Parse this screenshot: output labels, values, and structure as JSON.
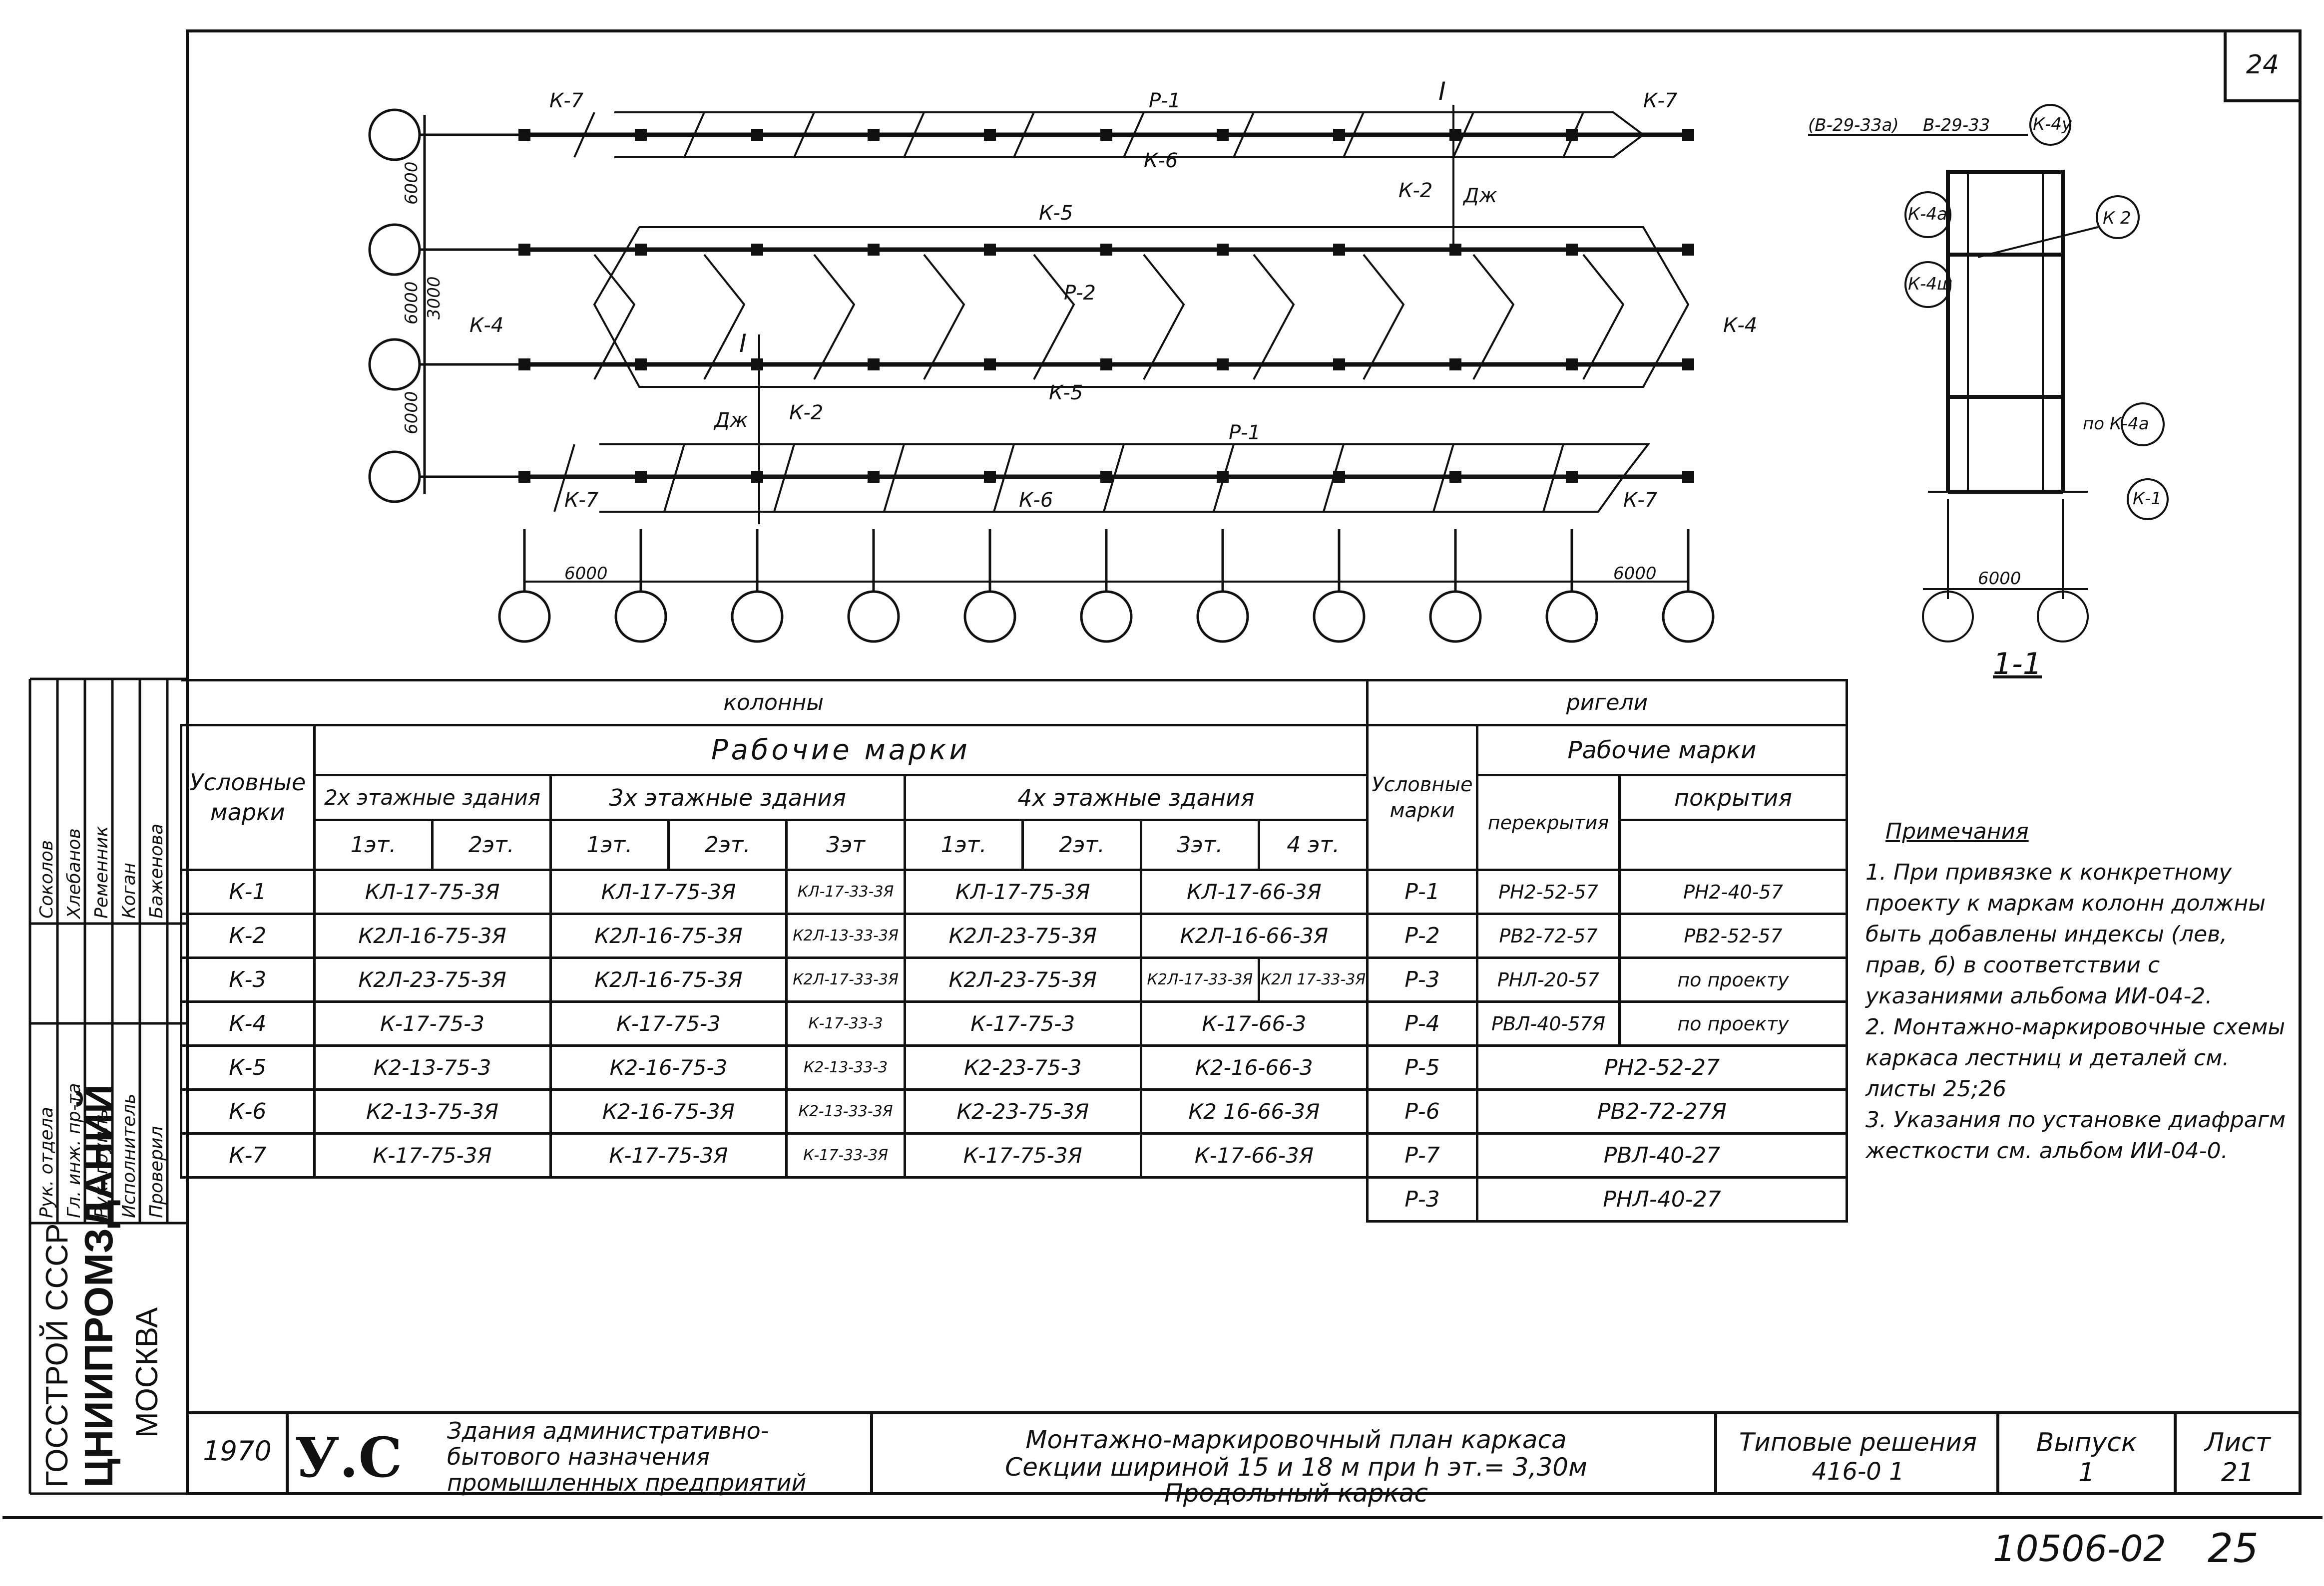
{
  "sheet_corner_number": "24",
  "plan": {
    "labels_top": {
      "k7_left": "К-7",
      "p1_top": "Р-1",
      "k7_right": "К-7",
      "k6_top": "К-6",
      "k5_top": "К-5",
      "p2": "Р-2",
      "k4_left": "К-4",
      "k4_right": "К-4",
      "k5_mid": "К-5",
      "k2_top": "К-2",
      "dzh_top": "Дж",
      "k2_bot": "К-2",
      "dzh_bot": "Дж",
      "p1_bot": "Р-1",
      "k7_bl": "К-7",
      "k6_bot": "К-6",
      "k7_br": "К-7",
      "section_mark": "I"
    },
    "dims_left": [
      "6000",
      "6000",
      "3000",
      "6000"
    ],
    "dims_bottom": [
      "6000",
      "6000"
    ]
  },
  "section": {
    "label_b29_33a": "(В-29-33а)",
    "label_b29_33": "В-29-33",
    "k4u": "К-4у",
    "k4a": "К-4а",
    "k2": "К 2",
    "k4sh": "К-4ш",
    "po_k4a": "по К-4а",
    "k1": "К-1",
    "dim": "6000",
    "title": "1-1"
  },
  "columns_table": {
    "group_title": "колонны",
    "working_marks": "Рабочие марки",
    "cond_marks": "Условные марки",
    "floors2": "2х этажные здания",
    "floors3": "3х этажные здания",
    "floors4": "4х этажные здания",
    "sub": [
      "1эт.",
      "2эт.",
      "1эт.",
      "2эт.",
      "3эт",
      "1эт.",
      "2эт.",
      "3эт.",
      "4 эт."
    ],
    "rows": [
      {
        "mark": "К-1",
        "c": [
          "КЛ-17-75-3Я",
          "КЛ-17-75-3Я",
          "КЛ-17-33-3Я",
          "КЛ-17-75-3Я",
          "КЛ-17-66-3Я"
        ]
      },
      {
        "mark": "К-2",
        "c": [
          "К2Л-16-75-3Я",
          "К2Л-16-75-3Я",
          "К2Л-13-33-3Я",
          "К2Л-23-75-3Я",
          "К2Л-16-66-3Я"
        ]
      },
      {
        "mark": "К-3",
        "c": [
          "К2Л-23-75-3Я",
          "К2Л-16-75-3Я",
          "К2Л-17-33-3Я",
          "К2Л-23-75-3Я",
          "К2Л-17-33-3Я",
          "К2Л 17-33-3Я"
        ]
      },
      {
        "mark": "К-4",
        "c": [
          "К-17-75-3",
          "К-17-75-3",
          "К-17-33-3",
          "К-17-75-3",
          "К-17-66-3"
        ]
      },
      {
        "mark": "К-5",
        "c": [
          "К2-13-75-3",
          "К2-16-75-3",
          "К2-13-33-3",
          "К2-23-75-3",
          "К2-16-66-3"
        ]
      },
      {
        "mark": "К-6",
        "c": [
          "К2-13-75-3Я",
          "К2-16-75-3Я",
          "К2-13-33-3Я",
          "К2-23-75-3Я",
          "К2 16-66-3Я"
        ]
      },
      {
        "mark": "К-7",
        "c": [
          "К-17-75-3Я",
          "К-17-75-3Я",
          "К-17-33-3Я",
          "К-17-75-3Я",
          "К-17-66-3Я"
        ]
      }
    ]
  },
  "beams_table": {
    "group_title": "ригели",
    "working_marks": "Рабочие марки",
    "cond_marks": "Условные марки",
    "floors": "перекрытия",
    "roof": "покрытия",
    "rows": [
      {
        "mark": "Р-1",
        "floor": "РН2-52-57",
        "roof": "РН2-40-57"
      },
      {
        "mark": "Р-2",
        "floor": "РВ2-72-57",
        "roof": "РВ2-52-57"
      },
      {
        "mark": "Р-3",
        "floor": "РНЛ-20-57",
        "roof": "по проекту"
      },
      {
        "mark": "Р-4",
        "floor": "РВЛ-40-57Я",
        "roof": "по проекту"
      },
      {
        "mark": "Р-5",
        "both": "РН2-52-27"
      },
      {
        "mark": "Р-6",
        "both": "РВ2-72-27Я"
      },
      {
        "mark": "Р-7",
        "both": "РВЛ-40-27"
      },
      {
        "mark": "Р-3",
        "both": "РНЛ-40-27"
      }
    ]
  },
  "notes": {
    "title": "Примечания",
    "items": [
      "1. При привязке к конкретному проекту к маркам колонн должны быть добавлены индексы (лев, прав, б) в соответствии с указаниями альбома ИИ-04-2.",
      "2. Монтажно-маркировочные схемы каркаса лестниц и деталей см. листы 25;26",
      "3. Указания по установке диафрагм жесткости см. альбом ИИ-04-0."
    ]
  },
  "signatures": {
    "roles": [
      "Рук. отдела",
      "Гл. инж. пр-та",
      "Рук. группы",
      "Исполнитель",
      "Проверил"
    ],
    "names": [
      "Соколов",
      "Хлебанов",
      "Ременник",
      "Коган",
      "Баженова"
    ]
  },
  "org": {
    "line1": "ГОССТРОЙ СССР",
    "line2": "ЦНИИПРОМЗДАНИЙ",
    "line3": "МОСКВА"
  },
  "title_block": {
    "year": "1970",
    "code": "У.С",
    "building": "Здания административно-бытового назначения промышленных предприятий",
    "sheet_title_1": "Монтажно-маркировочный план каркаса",
    "sheet_title_2": "Секции шириной 15 и 18 м при h эт.= 3,30м",
    "sheet_title_3": "Продольный каркас",
    "series_label": "Типовые решения",
    "series": "416-0 1",
    "issue_label": "Выпуск",
    "issue": "1",
    "sheet_label": "Лист",
    "sheet": "21"
  },
  "footer": {
    "doc_number": "10506-02",
    "page": "25"
  }
}
